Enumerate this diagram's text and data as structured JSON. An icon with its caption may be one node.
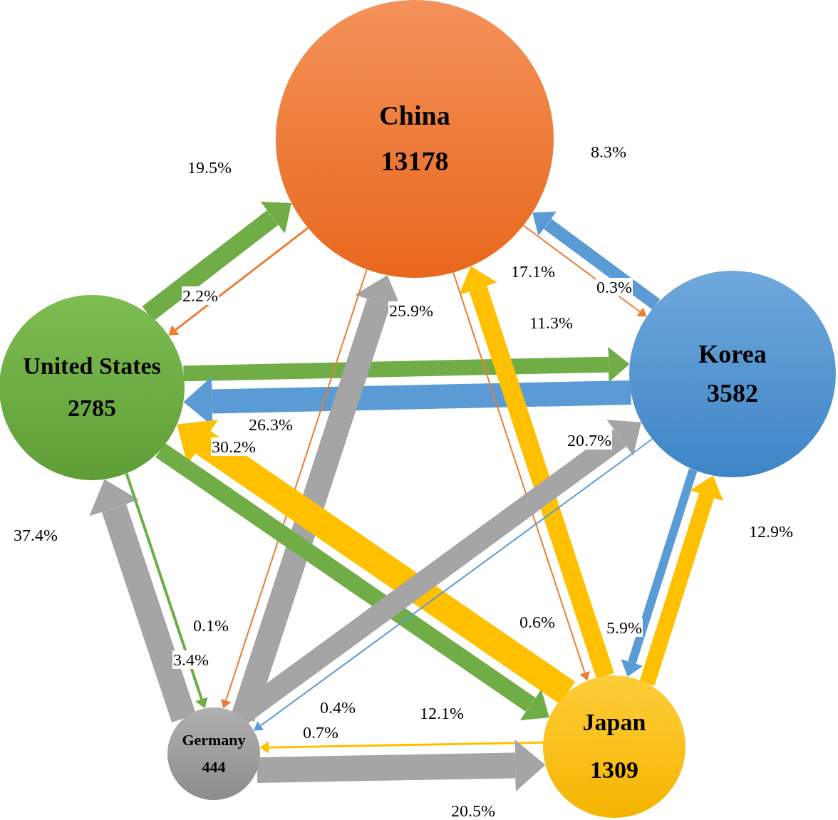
{
  "diagram": {
    "nodes": [
      {
        "text": [
          "China",
          "13178"
        ]
      },
      {
        "text": [
          "United States",
          "2785"
        ]
      },
      {
        "text": [
          "Korea",
          "3582"
        ]
      },
      {
        "text": [
          "Germany",
          "444"
        ]
      },
      {
        "text": [
          "Japan",
          "1309"
        ]
      }
    ],
    "edges": [
      {
        "from": 1,
        "to": 0,
        "arrow": "to",
        "label": "19.5%",
        "color": "#70ad47"
      },
      {
        "from": 0,
        "to": 1,
        "arrow": "to",
        "label": "2.2%",
        "color": "#ed7d31"
      },
      {
        "from": 2,
        "to": 0,
        "arrow": "to",
        "label": "8.3%",
        "color": "#5b9bd5"
      },
      {
        "from": 0,
        "to": 2,
        "arrow": "to",
        "label": "0.3%",
        "color": "#ed7d31"
      },
      {
        "from": 1,
        "to": 2,
        "arrow": "to",
        "label": "11.3%",
        "color": "#70ad47"
      },
      {
        "from": 2,
        "to": 1,
        "arrow": "to",
        "label": "26.3%",
        "color": "#5b9bd5"
      },
      {
        "from": 3,
        "to": 0,
        "arrow": "to",
        "label": "25.9%",
        "color": "#a5a5a5"
      },
      {
        "from": 0,
        "to": 3,
        "arrow": "to",
        "label": "0.1%",
        "color": "#ed7d31"
      },
      {
        "from": 4,
        "to": 0,
        "arrow": "to",
        "label": "17.1%",
        "color": "#ffc000"
      },
      {
        "from": 0,
        "to": 4,
        "arrow": "to",
        "label": "0.6%",
        "color": "#ed7d31"
      },
      {
        "from": 4,
        "to": 1,
        "arrow": "to",
        "label": "30.2%",
        "color": "#ffc000"
      },
      {
        "from": 1,
        "to": 4,
        "arrow": "to",
        "label": "12.1%",
        "color": "#70ad47"
      },
      {
        "from": 3,
        "to": 1,
        "arrow": "to",
        "label": "37.4%",
        "color": "#a5a5a5"
      },
      {
        "from": 1,
        "to": 3,
        "arrow": "to",
        "label": "3.4%",
        "color": "#70ad47"
      },
      {
        "from": 3,
        "to": 2,
        "arrow": "to",
        "label": "20.7%",
        "color": "#a5a5a5"
      },
      {
        "from": 2,
        "to": 3,
        "arrow": "to",
        "label": "0.4%",
        "color": "#5b9bd5"
      },
      {
        "from": 2,
        "to": 4,
        "arrow": "to",
        "label": "5.9%",
        "color": "#5b9bd5"
      },
      {
        "from": 4,
        "to": 2,
        "arrow": "to",
        "label": "12.9%",
        "color": "#ffc000"
      },
      {
        "from": 4,
        "to": 3,
        "arrow": "to",
        "label": "0.7%",
        "color": "#ffc000"
      },
      {
        "from": 3,
        "to": 4,
        "arrow": "to",
        "label": "20.5%",
        "color": "#a5a5a5"
      }
    ]
  }
}
